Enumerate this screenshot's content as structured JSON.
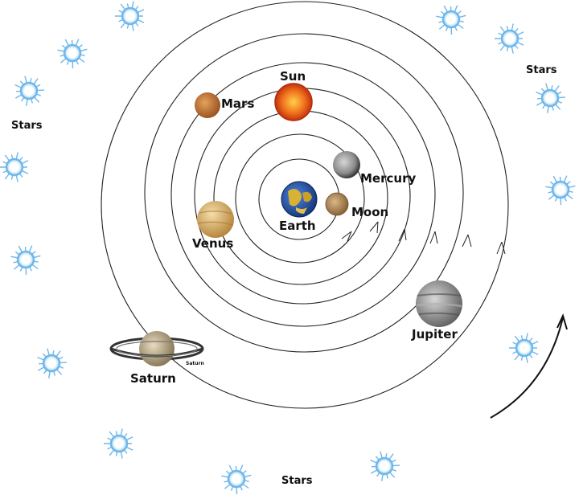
{
  "labels": {
    "sun": "Sun",
    "mars": "Mars",
    "mercury": "Mercury",
    "earth": "Earth",
    "moon": "Moon",
    "venus": "Venus",
    "jupiter": "Jupiter",
    "saturn": "Saturn",
    "saturn_small": "Saturn",
    "stars_left": "Stars",
    "stars_right": "Stars",
    "stars_bottom": "Stars"
  },
  "colors": {
    "sun": "#e8541a",
    "sun_core": "#ffb020",
    "mars": "#c9752f",
    "mercury": "#8c8c8c",
    "earth_ocean": "#2f5fb3",
    "earth_land": "#d8b233",
    "moon": "#b08a5b",
    "venus": "#d9b36a",
    "jupiter": "#8f8f8f",
    "saturn": "#c9b48a",
    "star": "#6fb7ea"
  }
}
